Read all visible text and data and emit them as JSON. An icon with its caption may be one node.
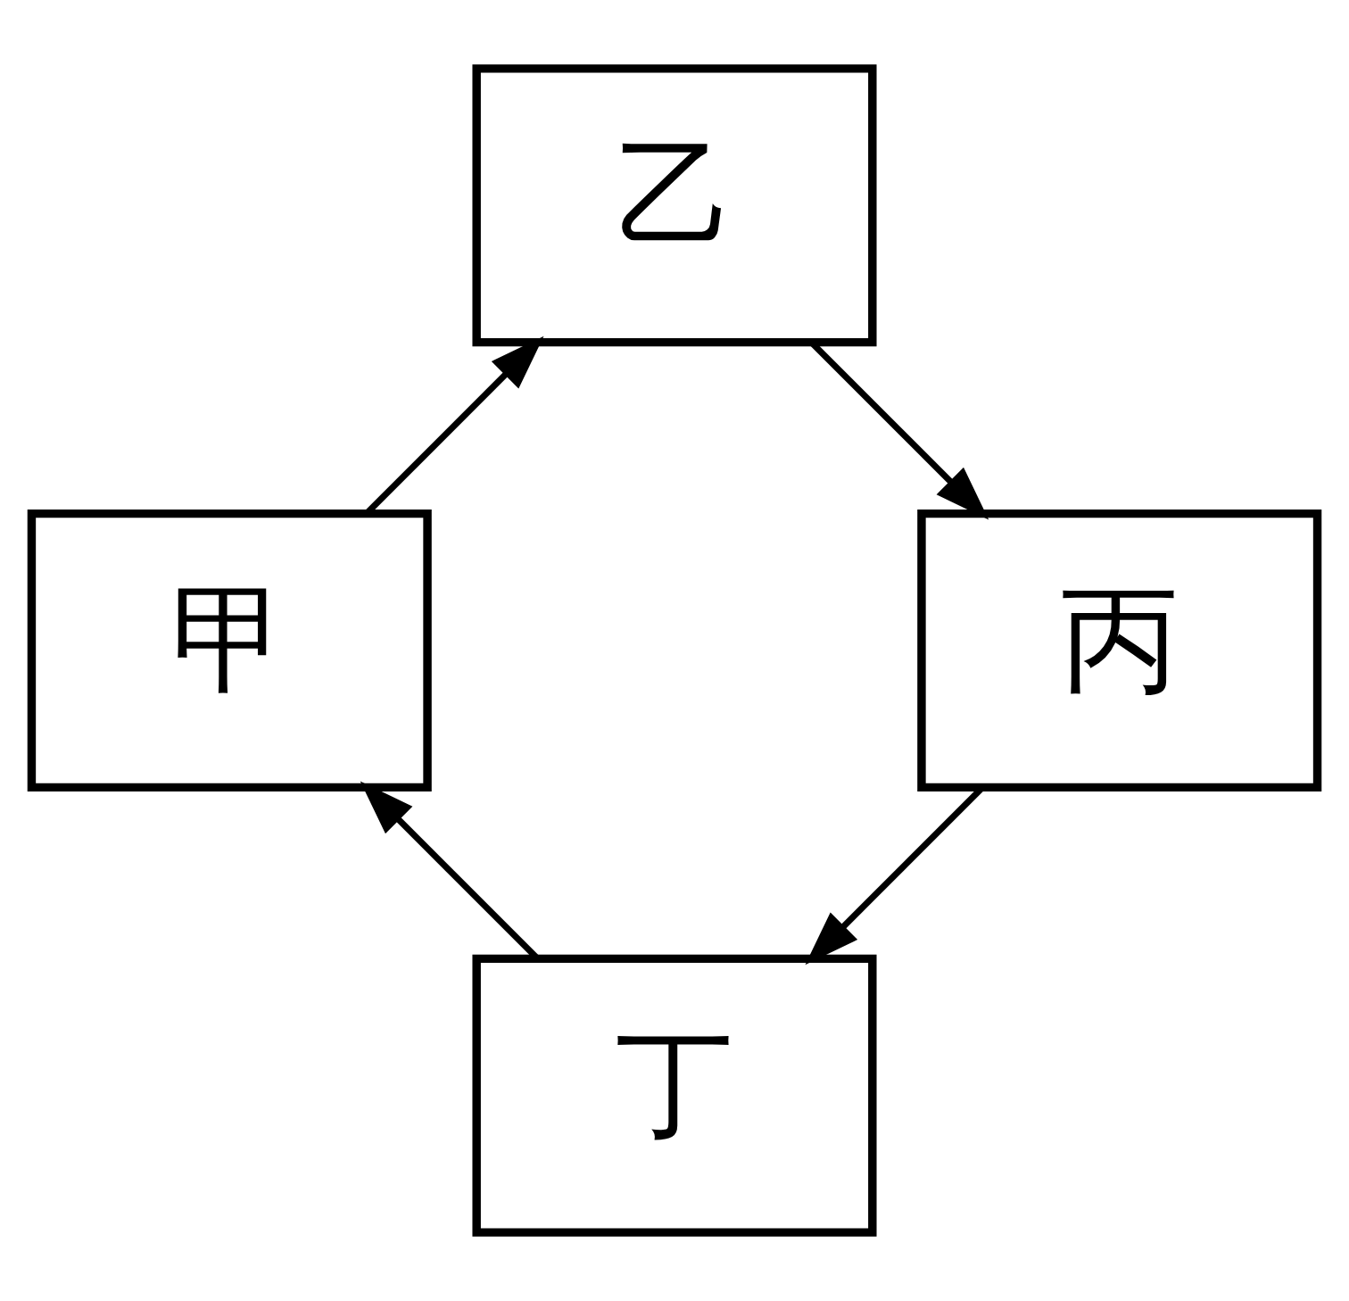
{
  "diagram": {
    "nodes": [
      {
        "text": [
          "丁"
        ]
      },
      {
        "text": [
          "甲"
        ]
      },
      {
        "text": [
          "丙"
        ]
      },
      {
        "text": [
          "乙"
        ]
      }
    ],
    "edges": [
      {
        "from": 0,
        "to": 1,
        "arrow": "to"
      },
      {
        "from": 1,
        "to": 3,
        "arrow": "to"
      },
      {
        "from": 3,
        "to": 2,
        "arrow": "to"
      },
      {
        "from": 2,
        "to": 0,
        "arrow": "to"
      }
    ]
  }
}
